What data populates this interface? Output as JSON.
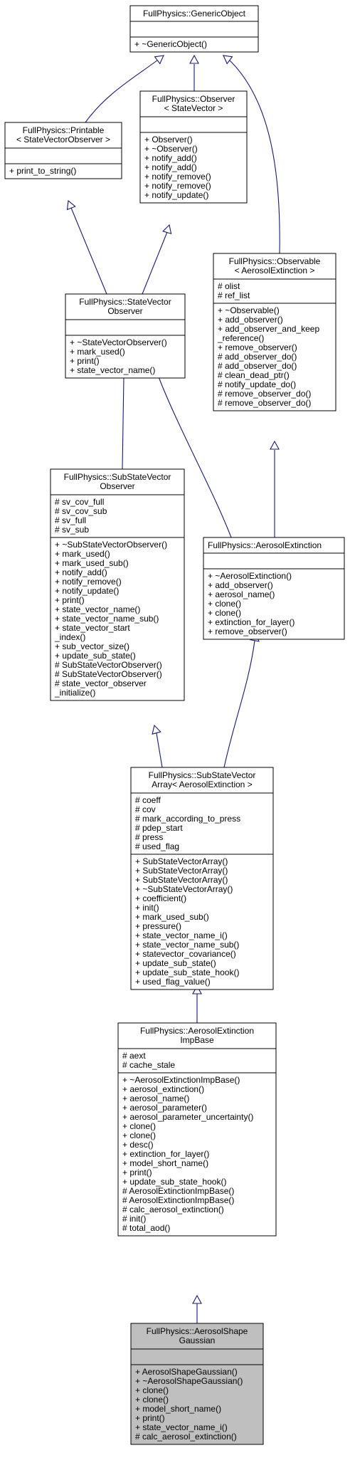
{
  "classes": {
    "generic_object": {
      "title": [
        "FullPhysics::GenericObject"
      ],
      "attributes": [],
      "methods": [
        "+ ~GenericObject()"
      ]
    },
    "printable": {
      "title": [
        "FullPhysics::Printable",
        "< StateVectorObserver >"
      ],
      "attributes": [],
      "methods": [
        "+ print_to_string()"
      ]
    },
    "observer": {
      "title": [
        "FullPhysics::Observer",
        "< StateVector >"
      ],
      "attributes": [],
      "methods": [
        "+ Observer()",
        "+ ~Observer()",
        "+ notify_add()",
        "+ notify_add()",
        "+ notify_remove()",
        "+ notify_remove()",
        "+ notify_update()"
      ]
    },
    "observable": {
      "title": [
        "FullPhysics::Observable",
        "< AerosolExtinction >"
      ],
      "attributes": [
        "# olist",
        "# ref_list"
      ],
      "methods": [
        "+ ~Observable()",
        "+ add_observer()",
        "+ add_observer_and_keep",
        "_reference()",
        "+ remove_observer()",
        "# add_observer_do()",
        "# add_observer_do()",
        "# clean_dead_ptr()",
        "# notify_update_do()",
        "# remove_observer_do()",
        "# remove_observer_do()"
      ]
    },
    "state_vector_observer": {
      "title": [
        "FullPhysics::StateVector",
        "Observer"
      ],
      "attributes": [],
      "methods": [
        "+ ~StateVectorObserver()",
        "+ mark_used()",
        "+ print()",
        "+ state_vector_name()"
      ]
    },
    "sub_state_vector_observer": {
      "title": [
        "FullPhysics::SubStateVector",
        "Observer"
      ],
      "attributes": [
        "# sv_cov_full",
        "# sv_cov_sub",
        "# sv_full",
        "# sv_sub"
      ],
      "methods": [
        "+ ~SubStateVectorObserver()",
        "+ mark_used()",
        "+ mark_used_sub()",
        "+ notify_add()",
        "+ notify_remove()",
        "+ notify_update()",
        "+ print()",
        "+ state_vector_name()",
        "+ state_vector_name_sub()",
        "+ state_vector_start",
        "_index()",
        "+ sub_vector_size()",
        "+ update_sub_state()",
        "# SubStateVectorObserver()",
        "# SubStateVectorObserver()",
        "# state_vector_observer",
        "_initialize()"
      ]
    },
    "aerosol_extinction": {
      "title": [
        "FullPhysics::AerosolExtinction"
      ],
      "attributes": [],
      "methods": [
        "+ ~AerosolExtinction()",
        "+ add_observer()",
        "+ aerosol_name()",
        "+ clone()",
        "+ clone()",
        "+ extinction_for_layer()",
        "+ remove_observer()"
      ]
    },
    "sub_state_vector_array": {
      "title": [
        "FullPhysics::SubStateVector",
        "Array< AerosolExtinction >"
      ],
      "attributes": [
        "# coeff",
        "# cov",
        "# mark_according_to_press",
        "# pdep_start",
        "# press",
        "# used_flag"
      ],
      "methods": [
        "+ SubStateVectorArray()",
        "+ SubStateVectorArray()",
        "+ SubStateVectorArray()",
        "+ ~SubStateVectorArray()",
        "+ coefficient()",
        "+ init()",
        "+ mark_used_sub()",
        "+ pressure()",
        "+ state_vector_name_i()",
        "+ state_vector_name_sub()",
        "+ statevector_covariance()",
        "+ update_sub_state()",
        "+ update_sub_state_hook()",
        "+ used_flag_value()"
      ]
    },
    "aerosol_extinction_imp_base": {
      "title": [
        "FullPhysics::AerosolExtinction",
        "ImpBase"
      ],
      "attributes": [
        "# aext",
        "# cache_stale"
      ],
      "methods": [
        "+ ~AerosolExtinctionImpBase()",
        "+ aerosol_extinction()",
        "+ aerosol_name()",
        "+ aerosol_parameter()",
        "+ aerosol_parameter_uncertainty()",
        "+ clone()",
        "+ clone()",
        "+ desc()",
        "+ extinction_for_layer()",
        "+ model_short_name()",
        "+ print()",
        "+ update_sub_state_hook()",
        "# AerosolExtinctionImpBase()",
        "# AerosolExtinctionImpBase()",
        "# calc_aerosol_extinction()",
        "# init()",
        "# total_aod()"
      ]
    },
    "aerosol_shape_gaussian": {
      "title": [
        "FullPhysics::AerosolShape",
        "Gaussian"
      ],
      "attributes": [],
      "methods": [
        "+ AerosolShapeGaussian()",
        "+ ~AerosolShapeGaussian()",
        "+ clone()",
        "+ clone()",
        "+ model_short_name()",
        "+ print()",
        "+ state_vector_name_i()",
        "# calc_aerosol_extinction()"
      ]
    }
  },
  "colors": {
    "edge": "#191970",
    "focus_fill": "#bfbfbf"
  }
}
